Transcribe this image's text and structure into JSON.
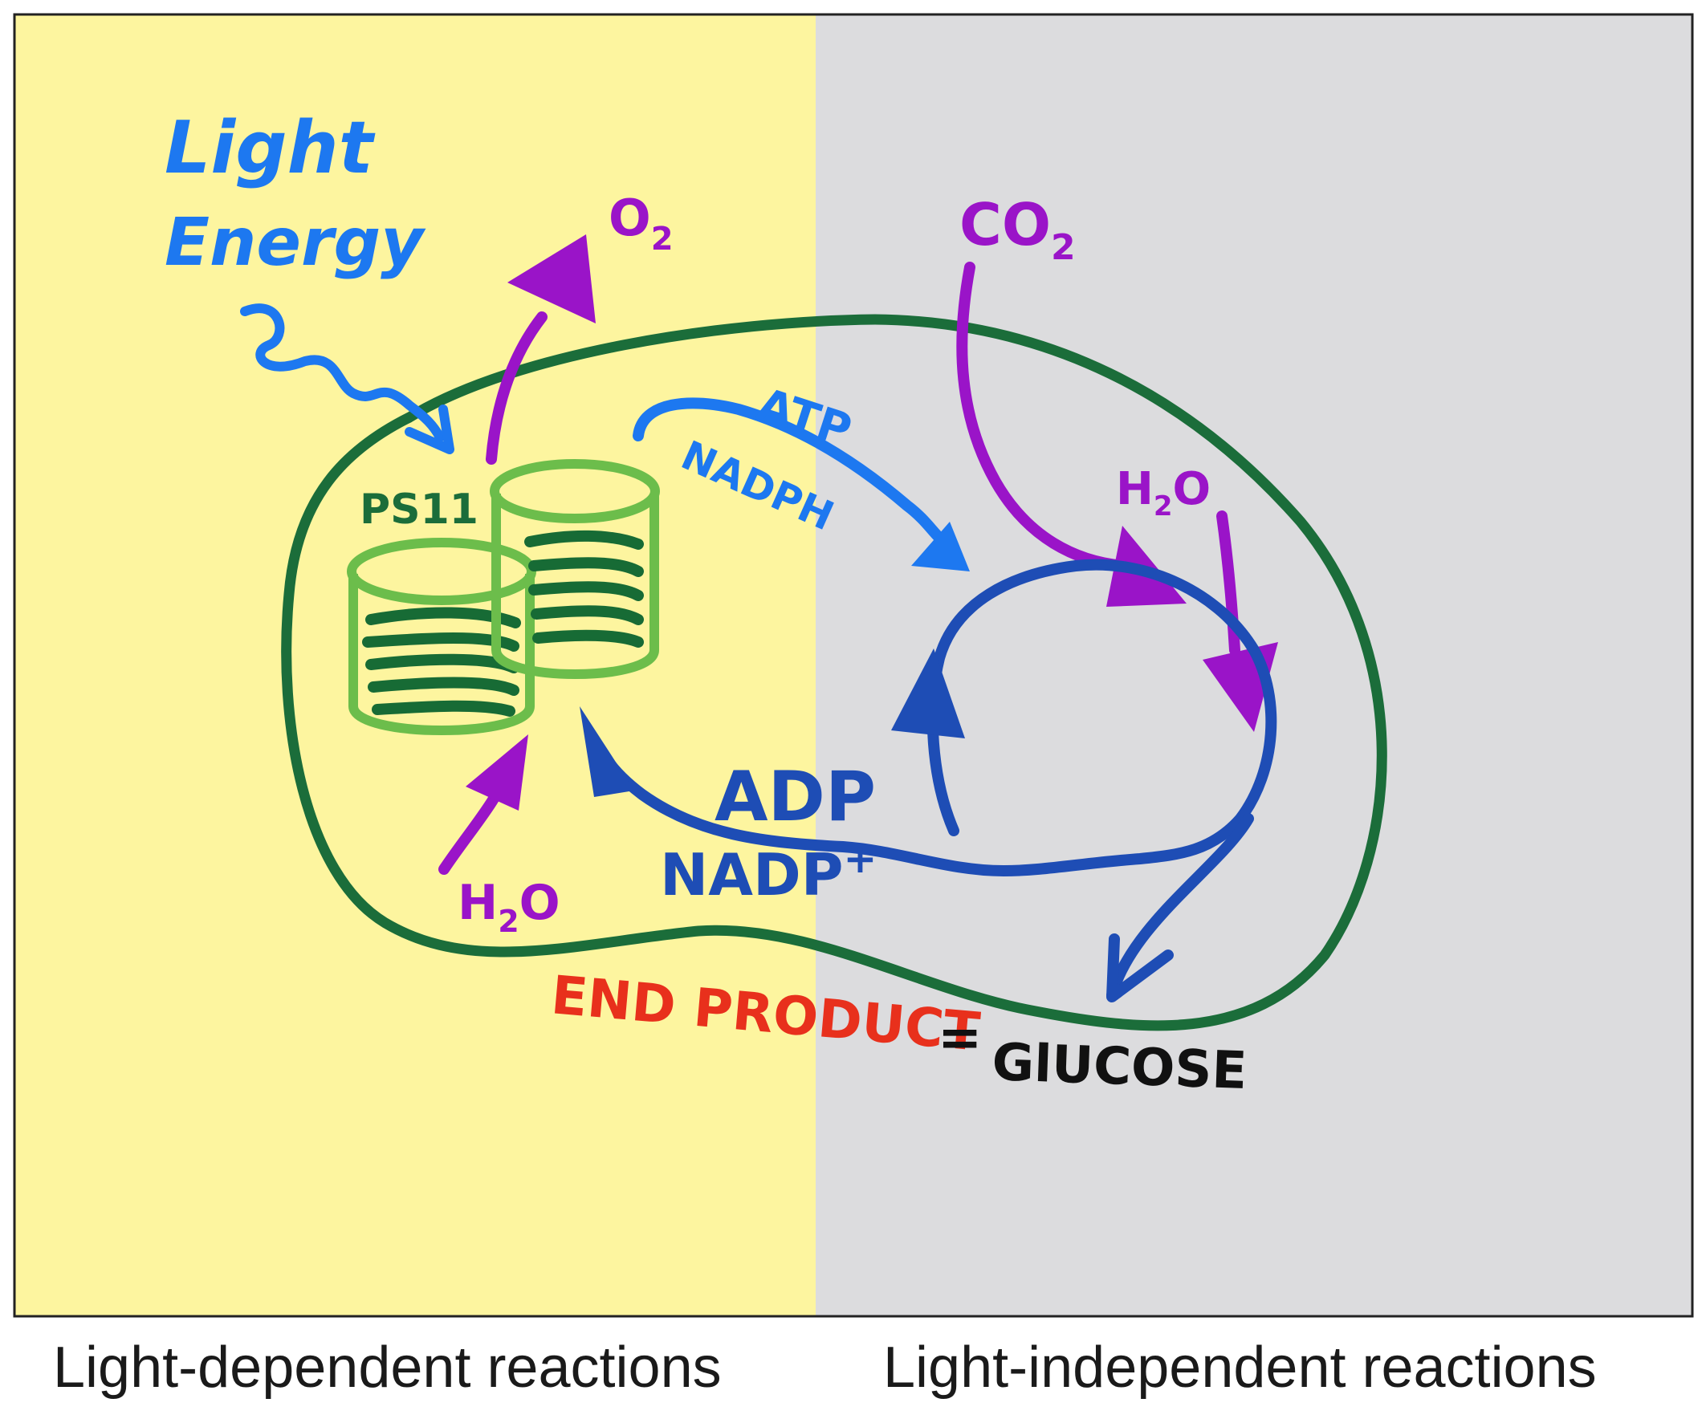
{
  "panels": {
    "left_caption": "Light-dependent reactions",
    "right_caption": "Light-independent reactions"
  },
  "labels": {
    "light": "Light",
    "energy": "Energy",
    "o2": "O",
    "o2_sub": "2",
    "co2": "CO",
    "co2_sub": "2",
    "atp": "ATP",
    "nadph": "NADPH",
    "ps2": "PS11",
    "h2o_right": "H",
    "h2o_right_sub": "2",
    "h2o_right_o": "O",
    "h2o_left": "H",
    "h2o_left_sub": "2",
    "h2o_left_o": "O",
    "adp": "ADP",
    "nadp": "NADP",
    "nadp_sup": "+",
    "end_product": "END PRODUCT",
    "equals": "=",
    "glucose": "GlUCOSE"
  },
  "colors": {
    "left_panel": "#fdf59f",
    "right_panel": "#dcdcde",
    "membrane": "#1b6d3a",
    "thylakoid_outline": "#6cbd4b",
    "thylakoid_coil": "#176b35",
    "light_blue": "#1d78f0",
    "cycle_blue": "#1e4db5",
    "purple": "#9a14c8",
    "end_red": "#e8301c",
    "glucose_black": "#111111"
  }
}
